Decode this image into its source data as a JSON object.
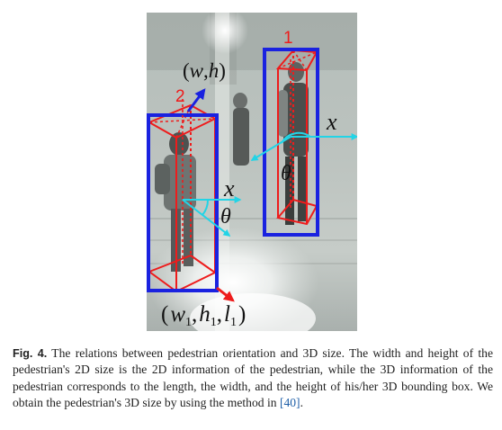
{
  "figure": {
    "box_labels": {
      "left": "2",
      "right": "1"
    },
    "axis_labels": {
      "x_left": "x",
      "x_right": "x",
      "theta_left": "θ",
      "theta_right": "θ"
    },
    "size_2d": {
      "open": "(",
      "w": "w",
      "comma": ",",
      "h": "h",
      "close": ")"
    },
    "size_3d": {
      "open": "(",
      "w": "w",
      "w_sub": "1",
      "comma1": ",",
      "h": "h",
      "h_sub": "1",
      "comma2": ",",
      "l": "l",
      "l_sub": "1",
      "close": ")"
    },
    "colors": {
      "box_2d": "#1a22e0",
      "box_3d": "#ee1c1c",
      "orientation_arrow": "#22d4e6",
      "size_arrow_2d": "#1a22e0",
      "size_arrow_3d": "#ee1c1c"
    }
  },
  "caption": {
    "label": "Fig. 4.",
    "text": " The relations between pedestrian orientation and 3D size. The width and height of the pedestrian's 2D size is the 2D information of the pedestrian, while the 3D information of the pedestrian corresponds to the length, the width, and the height of his/her 3D bounding box. We obtain the pedestrian's 3D size by using the method in ",
    "ref": "[40]",
    "end": "."
  }
}
